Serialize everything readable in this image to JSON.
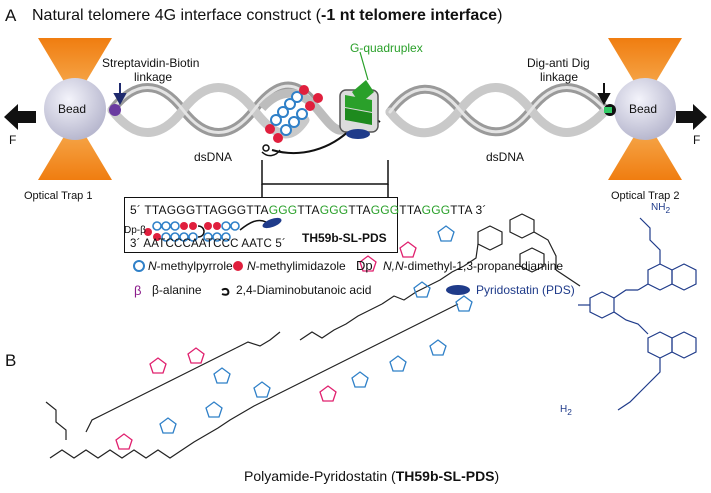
{
  "panel_a": {
    "letter": "A",
    "title_plain": "Natural telomere 4G interface construct (",
    "title_bold": "-1 nt telomere interface",
    "title_close": ")",
    "left_linkage_line1": "Streptavidin-Biotin",
    "left_linkage_line2": "linkage",
    "right_linkage_line1": "Dig-anti Dig",
    "right_linkage_line2": "linkage",
    "g_quadruplex": "G-quadruplex",
    "bead": "Bead",
    "force": "F",
    "dsdna": "dsDNA",
    "optical_trap_1": "Optical Trap 1",
    "optical_trap_2": "Optical Trap 2",
    "seq_top_prefix": "5´ TTAGGGTTAGGGTTA",
    "seq_top_g": "GGG",
    "seq_top_tta": "TTA",
    "seq_top_suffix": "TTA 3´",
    "seq_bottom": "3´ AATCCCAATCCC AATC 5´",
    "dp_beta": "Dp-β",
    "compound": "TH59b-SL-PDS"
  },
  "legend": {
    "n_methylpyrrole_italic": "N",
    "n_methylpyrrole": "-methylpyrrole",
    "n_methylimidazole_italic": "N",
    "n_methylimidazole": "-methylimidazole",
    "dp_symbol": "Dp",
    "dp_italic": "N,N",
    "dp_text": "-dimethyl-1,3-propanediamine",
    "beta_symbol": "β",
    "beta_text": "β-alanine",
    "dab_text": "2,4-Diaminobutanoic acid",
    "pds_text": "Pyridostatin (PDS)"
  },
  "panel_b": {
    "letter": "B",
    "caption_plain": "Polyamide-Pyridostatin (",
    "caption_bold": "TH59b-SL-PDS",
    "caption_close": ")",
    "nh2_top": "NH",
    "nh2_bottom": "H",
    "sub2": "2"
  },
  "colors": {
    "pyrrole": "#2f80c8",
    "imidazole": "#e01f3d",
    "pds": "#1f3b8a",
    "gquad": "#2aa02a",
    "trap": "#f08a1c"
  }
}
